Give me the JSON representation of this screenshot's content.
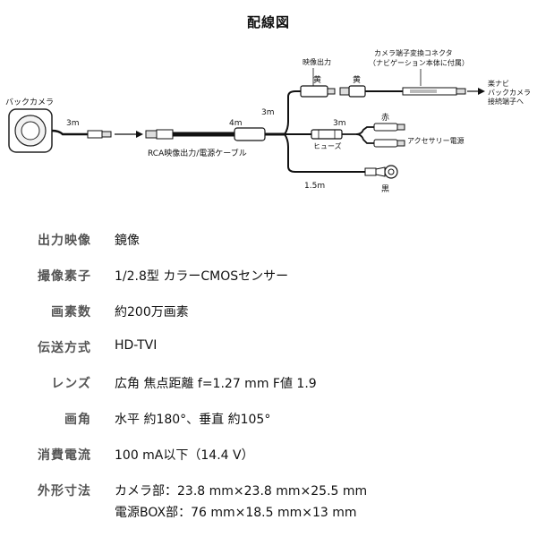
{
  "title": "配線図",
  "diagram": {
    "back_camera": "バックカメラ",
    "cable1_length": "3m",
    "rca_cable": "RCA映像出力/電源ケーブル",
    "cable_4m": "4m",
    "cable_3m_upper": "3m",
    "video_out": "映像出力",
    "yellow_1": "黄",
    "yellow_2": "黄",
    "connector_line1": "カメラ端子変換コネクタ",
    "connector_line2": "（ナビゲーション本体に付属）",
    "rakunavi_line1": "楽ナビ",
    "rakunavi_line2": "バックカメラ",
    "rakunavi_line3": "接続端子へ",
    "cable_3m_fuse": "3m",
    "fuse": "ヒューズ",
    "red": "赤",
    "accessory_power": "アクセサリー電源",
    "cable_1_5m": "1.5m",
    "black": "黒"
  },
  "specs": [
    {
      "label": "出力映像",
      "value": [
        "鏡像"
      ]
    },
    {
      "label": "撮像素子",
      "value": [
        "1/2.8型 カラーCMOSセンサー"
      ]
    },
    {
      "label": "画素数",
      "value": [
        "約200万画素"
      ]
    },
    {
      "label": "伝送方式",
      "value": [
        "HD-TVI"
      ]
    },
    {
      "label": "レンズ",
      "value": [
        "広角 焦点距離 f=1.27 mm F値 1.9"
      ]
    },
    {
      "label": "画角",
      "value": [
        "水平 約180°、垂直 約105°"
      ]
    },
    {
      "label": "消費電流",
      "value": [
        "100 mA以下（14.4 V）"
      ]
    },
    {
      "label": "外形寸法",
      "value": [
        "カメラ部：23.8 mm×23.8 mm×25.5 mm",
        "電源BOX部：76 mm×18.5 mm×13 mm"
      ]
    }
  ]
}
